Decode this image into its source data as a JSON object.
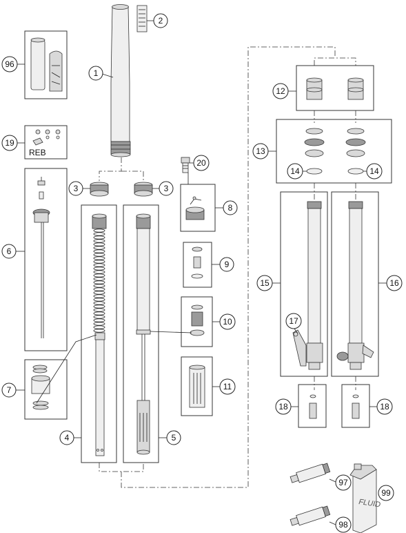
{
  "callouts": {
    "c1": "1",
    "c2": "2",
    "c3a": "3",
    "c3b": "3",
    "c4": "4",
    "c5": "5",
    "c6": "6",
    "c7": "7",
    "c8": "8",
    "c9": "9",
    "c10": "10",
    "c11": "11",
    "c12": "12",
    "c13": "13",
    "c14a": "14",
    "c14b": "14",
    "c15": "15",
    "c16": "16",
    "c17": "17",
    "c18a": "18",
    "c18b": "18",
    "c19": "19",
    "c20": "20",
    "c96": "96",
    "c97": "97",
    "c98": "98",
    "c99": "99"
  },
  "labels": {
    "reb": "REB",
    "fluid": "FLUID"
  },
  "colors": {
    "line": "#333333",
    "part_fill": "#d9d9d9",
    "part_dark": "#9a9a9a"
  }
}
